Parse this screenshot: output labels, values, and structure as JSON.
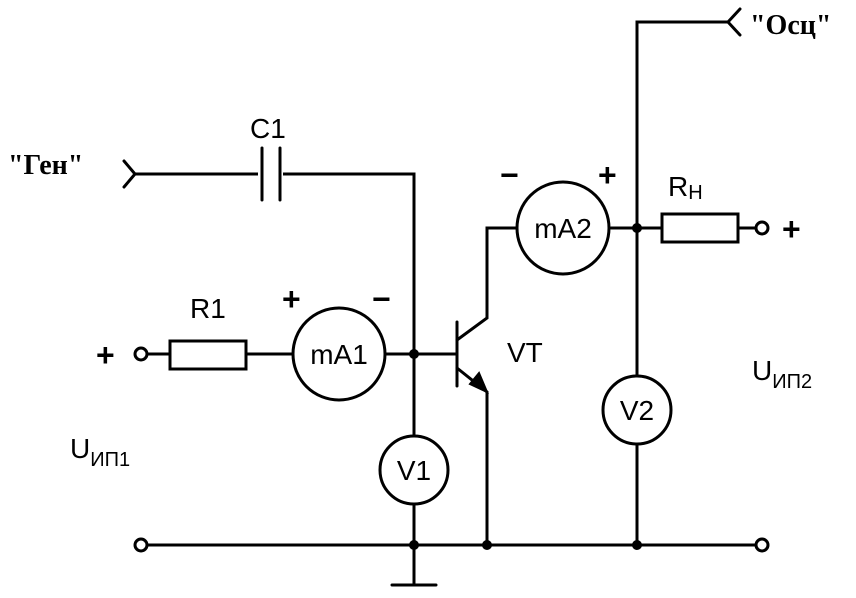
{
  "generator_label": "\"Ген\"",
  "oscilloscope_label": "\"Осц\"",
  "capacitor": {
    "label": "C1"
  },
  "resistor1": {
    "label": "R1"
  },
  "load_resistor": {
    "label": "R",
    "subscript": "Н"
  },
  "ammeter1": {
    "label": "mA1",
    "plus": "+",
    "minus": "−"
  },
  "ammeter2": {
    "label": "mA2",
    "plus": "+",
    "minus": "−"
  },
  "voltmeter1": {
    "label": "V1"
  },
  "voltmeter2": {
    "label": "V2"
  },
  "transistor": {
    "label": "VT"
  },
  "supply1": {
    "label": "U",
    "subscript": "ИП1",
    "terminal_sign": "+"
  },
  "supply2": {
    "label": "U",
    "subscript": "ИП2",
    "terminal_sign": "+"
  }
}
